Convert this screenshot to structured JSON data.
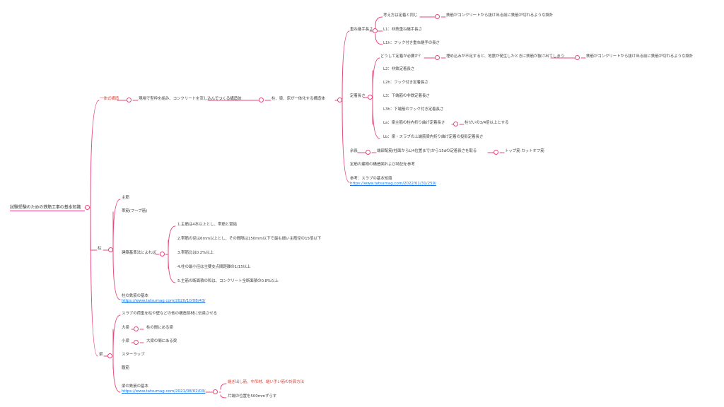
{
  "accent_color": "#e5487a",
  "root": {
    "label": "試験受験のための鉄筋工事の基本知識"
  },
  "branches": {
    "ittai": {
      "label": "一体式構造",
      "desc": "現場で型枠を組み、コンクリートを流し込んでつくる構造体",
      "desc2": "柱、梁、床が一体化する構造体",
      "kasane": {
        "label": "重ね継手長さ",
        "c1": "考え方は定着と同じ",
        "c1b": "鉄筋がコンクリートから抜け出る前に鉄筋が切れるような設計",
        "c2": "L1：非鉄重ね継手長さ",
        "c3": "L1h：フック付き重ね継手の長さ"
      },
      "teichaku": {
        "label": "定着長さ",
        "q": "どうして定着が必要か？",
        "q2": "埋め込みが不足すると、地震が発生したときに鉄筋が抜け出てしまう",
        "q3": "鉄筋がコンクリートから抜け出る前に鉄筋が切れるような設計",
        "l2": "L2：非鉄定着長さ",
        "l2h": "L2h：フック付き定着長さ",
        "l3": "L3：下端筋の非鉄定着長さ",
        "l3h": "L3h：下端筋のフック付き定着長さ",
        "la": "La：梁主筋の柱内折り曲げ定着長さ",
        "la2": "柱せいの3/4倍以上とする",
        "lb": "Lb：梁・スラブの上端筋梁内折り曲げ定着の投影定着長さ"
      },
      "yochou": {
        "label": "余長",
        "desc": "端部配筋(柱面からL/4位置まで)から15dの定着長さを取る",
        "desc2": "トップ筋 カットオフ筋"
      },
      "tokushu": "定筋の建物の構造図および特記を参考",
      "ref": {
        "label": "参考：スラブの基本知識",
        "url": "https://www.tatsumag.com/2022/01/31/259/"
      }
    },
    "hashira": {
      "label": "柱",
      "c1": "主筋",
      "c2": "帯筋(フープ筋)",
      "kijun": {
        "label": "建築基準法によれば",
        "r1": "1.主筋は4本以上とし、帯筋と緊結",
        "r2": "2.帯筋の径は6mm以上とし、その間隔は150mm以下で最も細い主筋径の15倍以下",
        "r3": "3.帯筋比は0.2%以上",
        "r4": "4.柱の最小径は主要支点間距離の1/15以上",
        "r5": "5.主筋の断面積の和は、コンクリート全断面積の0.8%以上"
      },
      "ref": {
        "label": "柱の鉄筋の基本",
        "url": "https://www.tatsumag.com/2020/10/08/43/"
      }
    },
    "hari": {
      "label": "梁",
      "c1": "スラブの荷重を柱や壁などの他の構造部材に伝達させる",
      "c2": "大梁",
      "c2b": "柱の間にある梁",
      "c3": "小梁",
      "c3b": "大梁の間にある梁",
      "c4": "スターラップ",
      "c5": "腹筋",
      "ref": {
        "label": "梁の鉄筋の基本",
        "url": "https://www.tatsumag.com/2021/08/02/03/",
        "s1": "継ぎ出し筋、中吊材、継い手い筋の計算方法",
        "s2": "片端の位置を500mmずらす"
      }
    }
  }
}
